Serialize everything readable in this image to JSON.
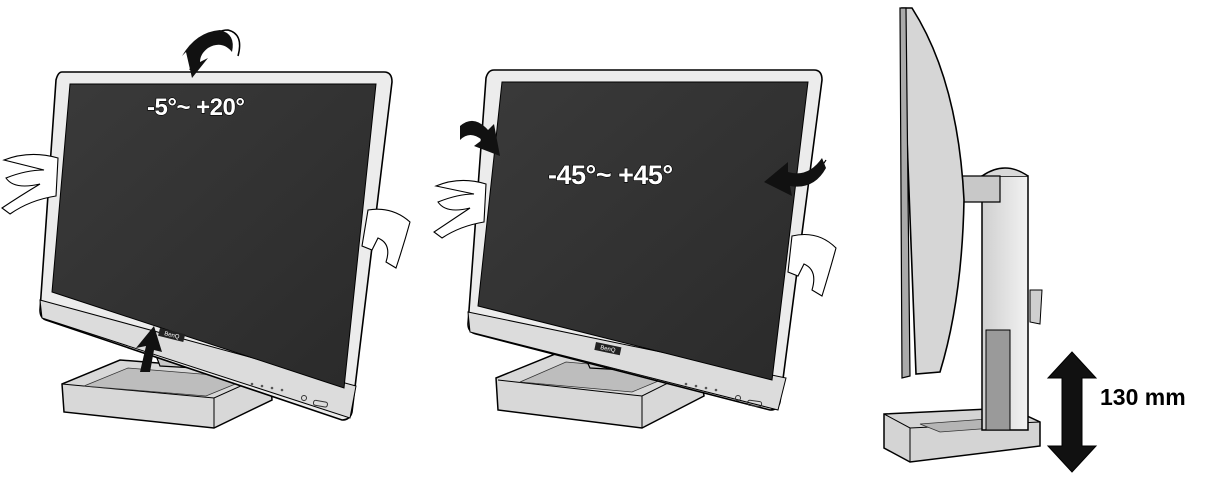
{
  "figures": {
    "tilt": {
      "range_label": "-5°~ +20°"
    },
    "swivel": {
      "range_label": "-45°~ +45°"
    },
    "height": {
      "range_label": "130 mm"
    }
  },
  "brand_text": "BenQ",
  "colors": {
    "screen": "#333333",
    "bezel": "#e6e6e6",
    "outline": "#000000",
    "arrow": "#111111"
  }
}
